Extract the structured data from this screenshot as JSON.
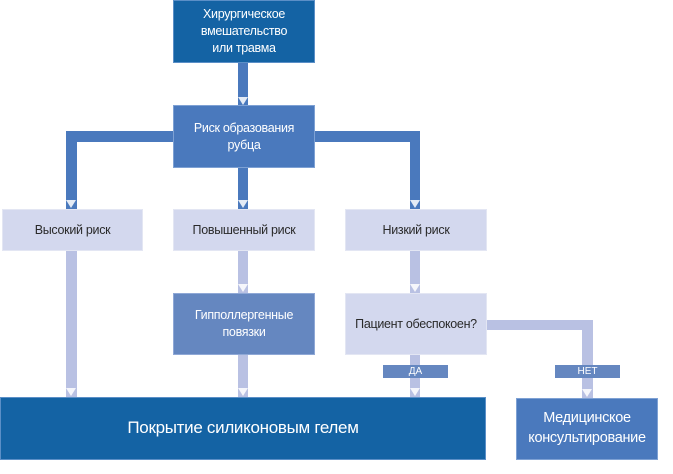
{
  "diagram": {
    "title": "Scar management flowchart",
    "nodes": {
      "trigger": {
        "label": "Хирургическое вмешательство или травма"
      },
      "risk": {
        "label": "Риск образования рубца"
      },
      "high": {
        "label": "Высокий риск"
      },
      "elevated": {
        "label": "Повышенный риск"
      },
      "low": {
        "label": "Низкий риск"
      },
      "dressings": {
        "label": "Гипполлергенные повязки"
      },
      "question": {
        "label": "Пациент обеспокоен?"
      },
      "silicone": {
        "label": "Покрытие силиконовым гелем"
      },
      "consult": {
        "label": "Медицинское консультирование"
      }
    },
    "edge_labels": {
      "yes": "ДА",
      "no": "НЕТ"
    },
    "colors": {
      "dark": "#1463a4",
      "mid": "#4a79bd",
      "secondary": "#6587c0",
      "light": "#d3d8ee",
      "connector_light": "#b9c1e3"
    }
  }
}
